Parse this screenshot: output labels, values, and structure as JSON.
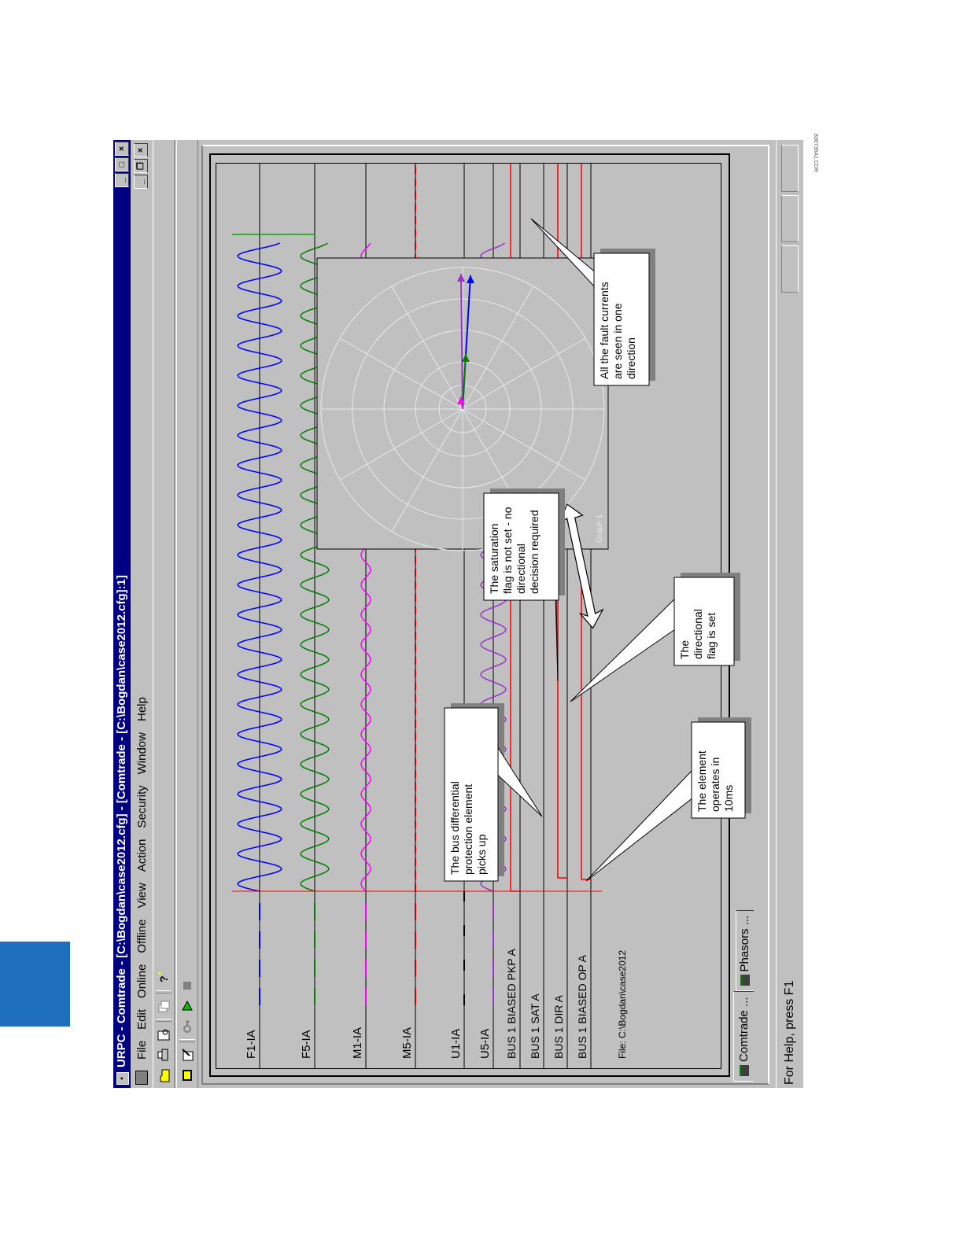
{
  "window": {
    "title": "URPC  - Comtrade - [C:\\Bogdan\\case2012.cfg] - [Comtrade - [C:\\Bogdan\\case2012.cfg]:1]",
    "caption_buttons": [
      "_",
      "□",
      "×"
    ],
    "mdi_buttons": [
      "_",
      "❐",
      "×"
    ]
  },
  "menu": [
    "File",
    "Edit",
    "Online",
    "Offline",
    "View",
    "Action",
    "Security",
    "Window",
    "Help"
  ],
  "toolbar1": [
    "open-icon",
    "print-icon",
    "print-preview-icon",
    "copy-icon",
    "help-icon"
  ],
  "toolbar2": [
    "record-icon",
    "edit-icon",
    "key-icon",
    "play-icon",
    "stop-icon"
  ],
  "channels": [
    "F1-IA",
    "F5-IA",
    "M1-IA",
    "M5-IA",
    "U1-IA",
    "U5-IA",
    "BUS 1 BIASED PKP A",
    "BUS 1 SAT A",
    "BUS 1 DIR A",
    "BUS 1 BIASED OP A"
  ],
  "channel_colors": [
    "#0000ff",
    "#008000",
    "#ff00ff",
    "#cc0000",
    "#000000",
    "#9933cc",
    "#ff0000",
    "#ff0000",
    "#ff0000",
    "#ff0000"
  ],
  "file_label": "File:  C:\\Bogdan\\case2012",
  "graph_label": "Graph 1",
  "tabs": [
    "Comtrade ...",
    "Phasors ..."
  ],
  "status": "For Help, press F1",
  "callouts": {
    "pickup": "The bus differential protection element picks up",
    "saturation": "The saturation flag is not set - no directional decision required",
    "directional": "The directional flag is set",
    "operates": "The element operates in 10ms",
    "fault": "All the fault currents are seen in one direction"
  },
  "figure_code": "836736A1.CDR"
}
